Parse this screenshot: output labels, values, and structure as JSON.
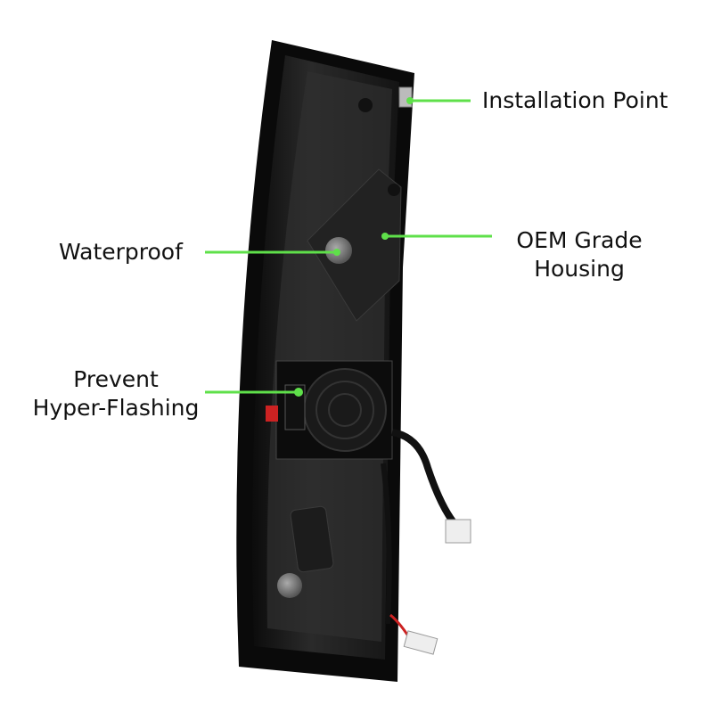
{
  "callouts": {
    "installation_point": "Installation Point",
    "oem_line1": "OEM Grade",
    "oem_line2": "Housing",
    "waterproof": "Waterproof",
    "hyper_line1": "Prevent",
    "hyper_line2": "Hyper-Flashing"
  },
  "colors": {
    "leader": "#5fe04a",
    "housing": "#1a1a1a",
    "text": "#111111"
  }
}
